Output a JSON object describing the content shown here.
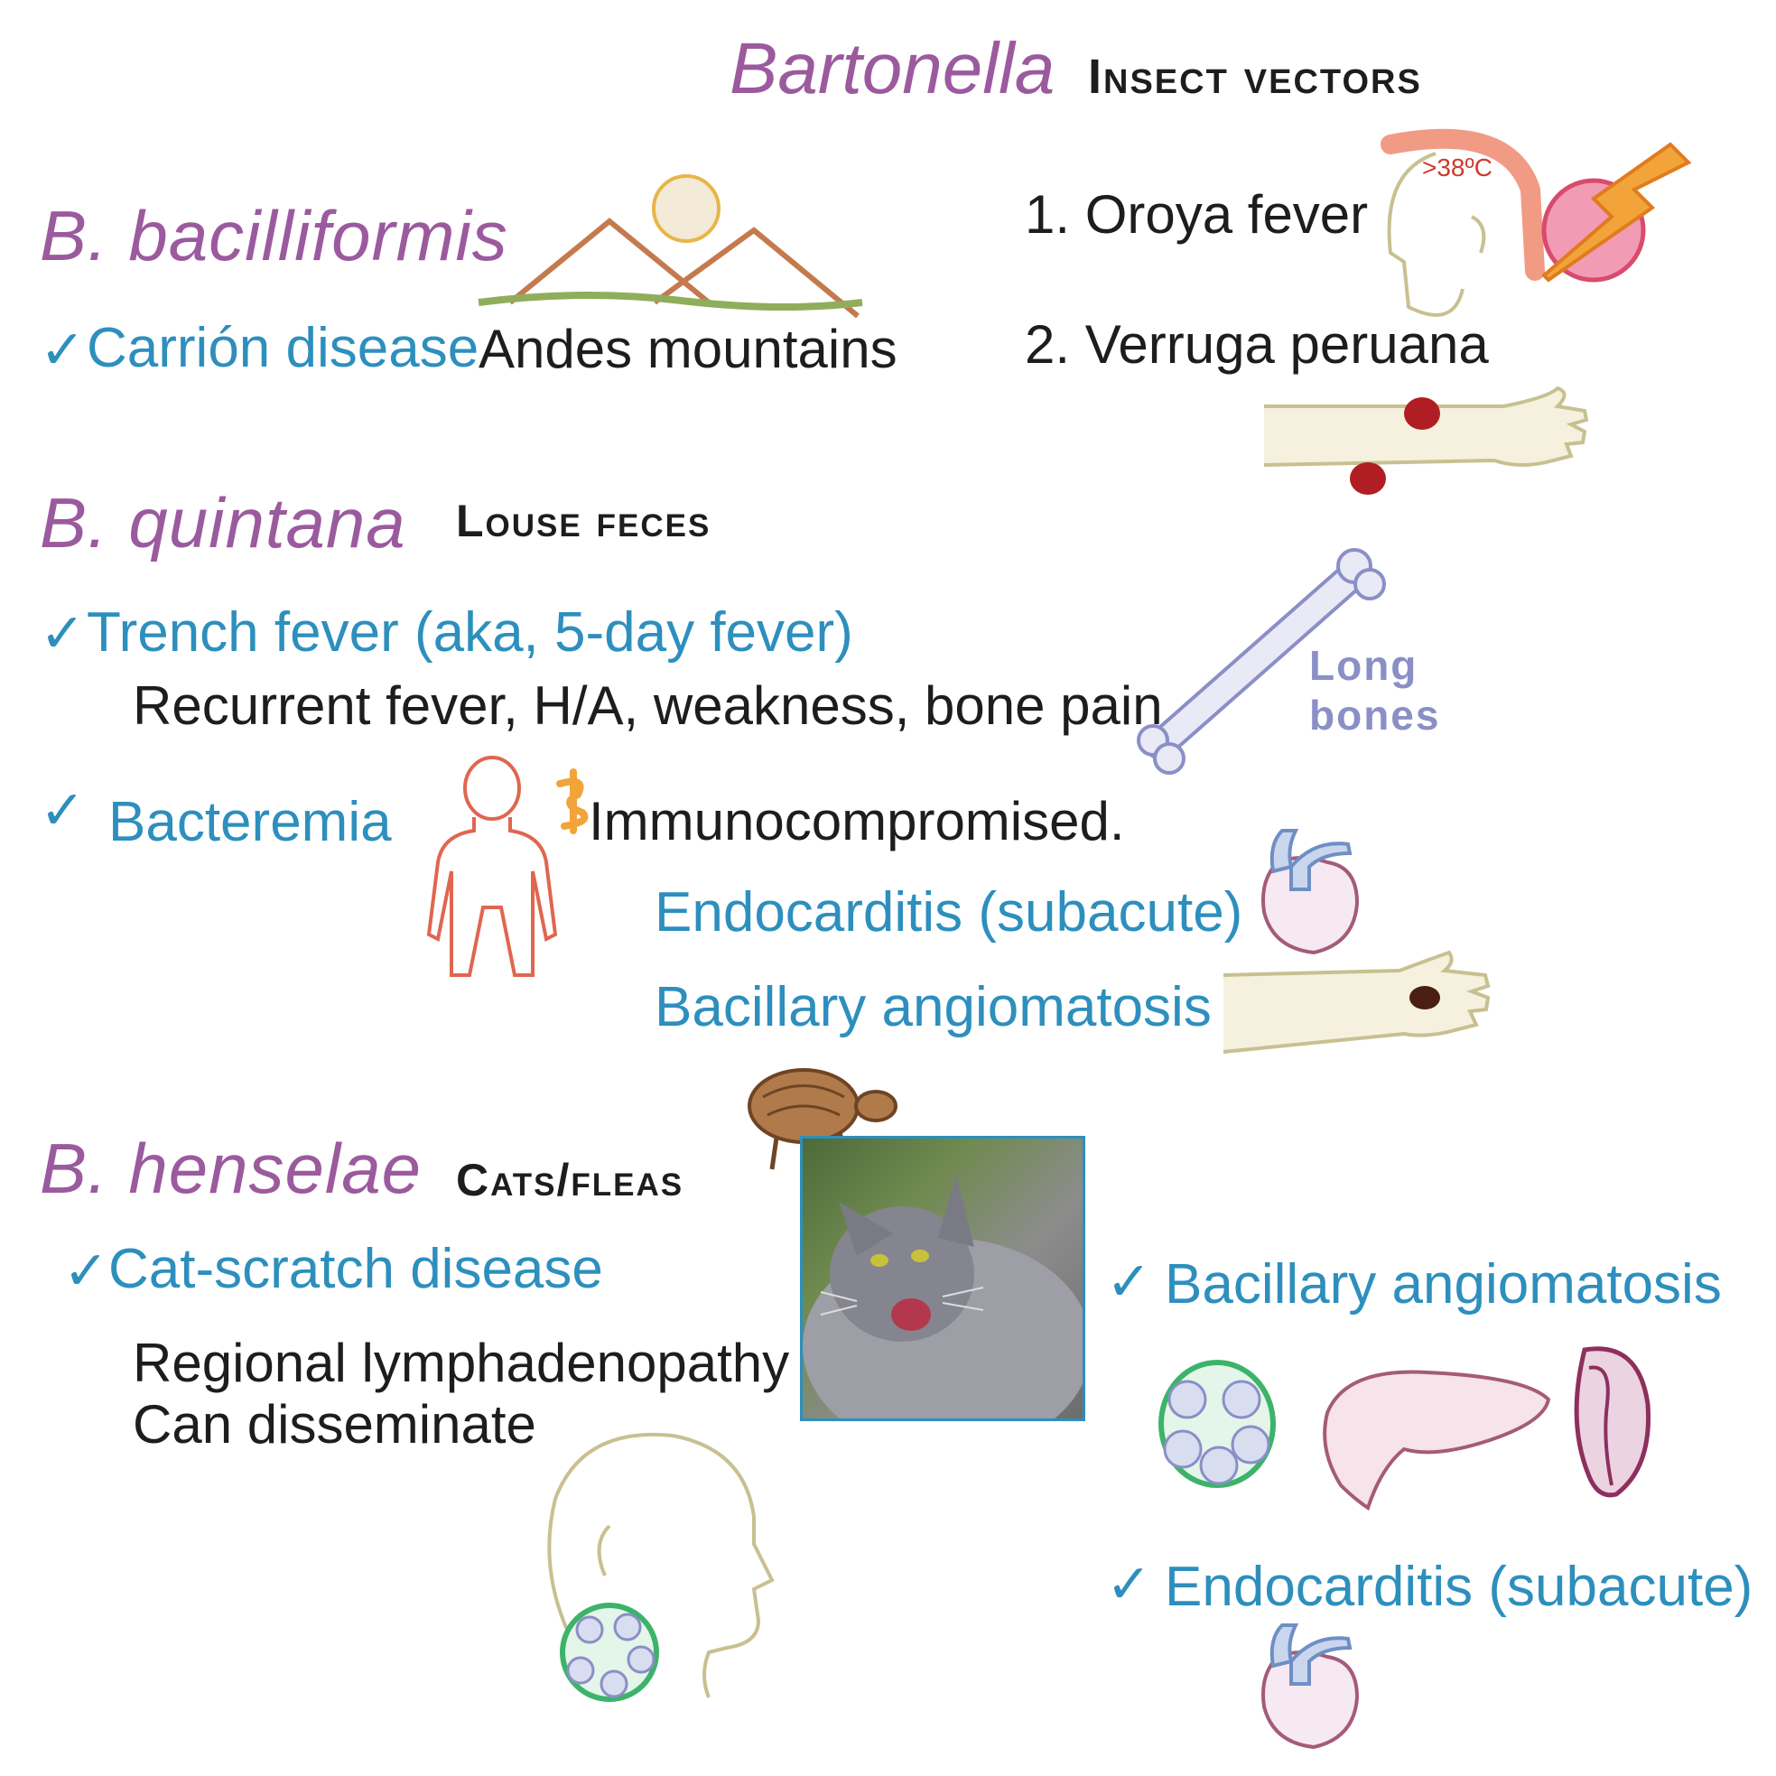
{
  "title": {
    "genus": "Bartonella",
    "subtitle": "Insect vectors"
  },
  "bacilliformis": {
    "name": "B.  bacilliformis",
    "check": "✓",
    "disease": "Carrión disease",
    "location": "Andes mountains",
    "stages": [
      "1. Oroya fever",
      "2. Verruga peruana"
    ],
    "fever_label": ">38ºC"
  },
  "quintana": {
    "name": "B.  quintana",
    "vector": "Louse feces",
    "check": "✓",
    "trench_fever": "Trench fever (aka, 5-day fever)",
    "symptoms": "Recurrent fever, H/A, weakness, bone pain",
    "long_bones": [
      "Long",
      "bones"
    ],
    "bacteremia": "Bacteremia",
    "immuno": "Immunocompromised.",
    "endocarditis": "Endocarditis (subacute)",
    "bacillary": "Bacillary angiomatosis"
  },
  "henselae": {
    "name": "B.  henselae",
    "vector": "Cats/fleas",
    "check": "✓",
    "cat_scratch": "Cat-scratch disease",
    "lymph": "Regional lymphadenopathy",
    "disseminate": "Can disseminate",
    "bacillary": "Bacillary angiomatosis",
    "endocarditis": "Endocarditis (subacute)"
  },
  "colors": {
    "species": "#9b5a9e",
    "disease": "#2d8fbd",
    "text": "#1d1d1d",
    "bone": "#8a8fc6",
    "lesion": "#b01e23"
  }
}
